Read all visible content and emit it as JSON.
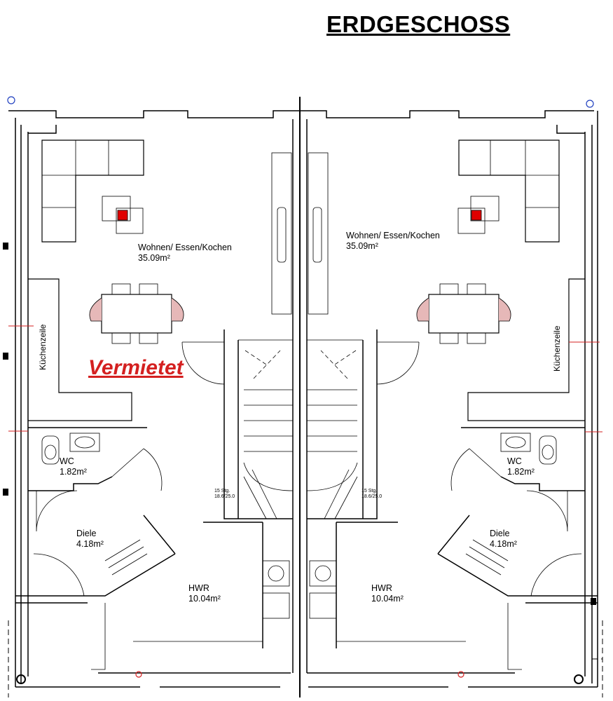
{
  "title": "ERDGESCHOSS",
  "stamp": "Vermietet",
  "units": {
    "left": {
      "wohnen": "Wohnen/ Essen/Kochen",
      "wohnen_area": "35.09m²",
      "kueche": "Küchenzeile",
      "wc": "WC",
      "wc_area": "1.82m²",
      "diele": "Diele",
      "diele_area": "4.18m²",
      "hwr": "HWR",
      "hwr_area": "10.04m²",
      "stairs_count": "15 Stg.",
      "stairs_dim": "18.6/25.0"
    },
    "right": {
      "wohnen": "Wohnen/ Essen/Kochen",
      "wohnen_area": "35.09m²",
      "kueche": "Küchenzeile",
      "wc": "WC",
      "wc_area": "1.82m²",
      "diele": "Diele",
      "diele_area": "4.18m²",
      "hwr": "HWR",
      "hwr_area": "10.04m²",
      "stairs_count": "15 Stg.",
      "stairs_dim": "18.6/25.0"
    }
  },
  "colors": {
    "stamp": "#d42020",
    "fireplace": "#e00000",
    "markers": "#d42020"
  }
}
